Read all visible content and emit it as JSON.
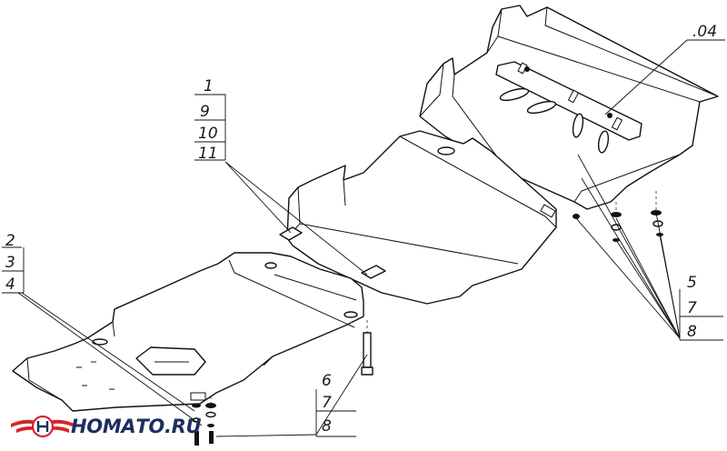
{
  "callouts": {
    "part_04": ".04",
    "group_left": [
      "2",
      "3",
      "4"
    ],
    "group_top": [
      "1",
      "9",
      "10",
      "11"
    ],
    "group_bottom": [
      "6",
      "7",
      "8"
    ],
    "group_right": [
      "5",
      "7",
      "8"
    ]
  },
  "logo": {
    "text": "НОМАТО.RU",
    "colors": {
      "red": "#d8232a",
      "navy": "#1c2f5e"
    }
  }
}
